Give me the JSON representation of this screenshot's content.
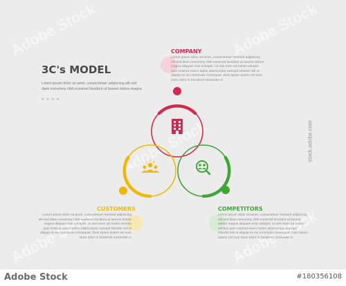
{
  "title": "3C's MODEL",
  "intro": "Lorem ipsum dolor sit amet, consectetuer adipiscing elit sed diam nonummy nibh euismod tincidunt ut laoreet dolore magna",
  "dots": "● ● ● ●",
  "sections": {
    "company": {
      "label": "COMPANY",
      "text": "Lorem ipsum dolor sit amet, consectetuer messed adipiscing elit sed diam nonummy nibh euismod tincidunt ut laoreet dolore magna aliquam erat volutpat. Ut wisi enim ad minim veniam quis nostrud exerci tation ullamcorper suscipit lobortis nisl ut aliquip ex ea commodo consequat. Duis spsen autem vel eum iriure dolor in hendrerit messeder in",
      "color": "#d2294f"
    },
    "customers": {
      "label": "CUSTOMERS",
      "text": "Lorem ipsum dolor sit amet, consectetuer messed adipiscing elit sed diam nonummy nibh euismod tincidunt ut laoreet dolore magna aliquam erat volutpat. Ut wisi enim ad minim veniam quis nostrud exerci tation ullamcorper suscipit lobortis nisl ut aliquip ex ea commodo consequat. Duis spsen autem vel eum iriure dolor in hendrerit messeder in",
      "color": "#f2b705"
    },
    "competitors": {
      "label": "COMPETITORS",
      "text": "Lorem ipsum dolor sit amet, consectetuer messed adipiscing elit sed diam nonummy nibh euismod tincidunt ut laoreet dolore magna aliquam erat volutpat. Ut wisi enim ad minim veniam quis nostrud exerci tation ullamcorper suscipit lobortis nisl ut aliquip ex ea commodo consequat. Duis spsen autem vel eum iriure dolor in hendrerit messeder in",
      "color": "#3fa535"
    }
  },
  "icons": {
    "company": "building-icon",
    "customers": "group-icon",
    "competitors": "search-people-icon"
  },
  "watermark": "Adobe Stock",
  "footer": {
    "brand": "Adobe Stock",
    "id": "#180356108"
  },
  "side_credit": "stock.adobe.com"
}
